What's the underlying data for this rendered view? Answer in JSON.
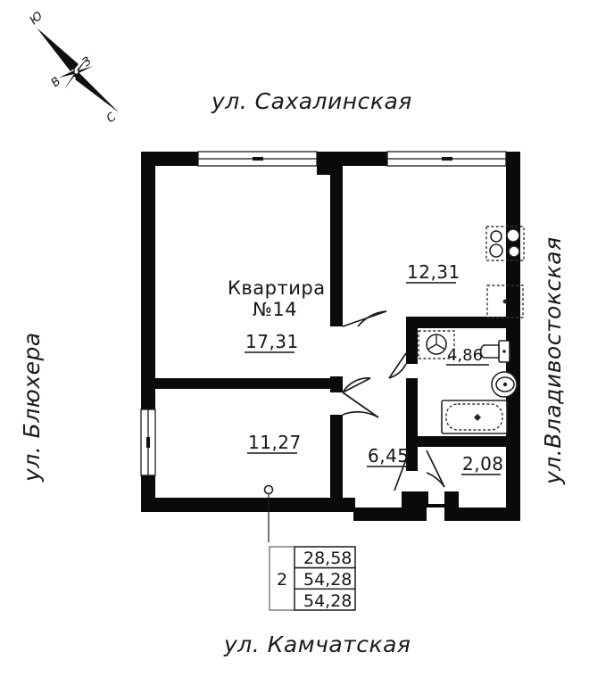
{
  "document": {
    "type": "apartment-floor-plan",
    "title": "Квартира №14"
  },
  "streets": {
    "north": "ул. Сахалинская",
    "west": "ул. Блюхера",
    "east": "ул.Владивостокская",
    "south": "ул. Камчатская"
  },
  "compass": {
    "name": "compass-rose",
    "labels": {
      "upper_left": "Ю",
      "right": "З",
      "left": "В",
      "lower_right": "С"
    }
  },
  "apartment": {
    "label_line1": "Квартира",
    "label_line2": "№14"
  },
  "rooms": [
    {
      "name": "living-room",
      "area": "17,31"
    },
    {
      "name": "bedroom",
      "area": "11,27"
    },
    {
      "name": "kitchen",
      "area": "12,31"
    },
    {
      "name": "bathroom-wc",
      "area": "4,86"
    },
    {
      "name": "hallway",
      "area": "6,45"
    },
    {
      "name": "bathroom",
      "area": "2,08"
    }
  ],
  "summary_table": {
    "rooms_count": "2",
    "values": [
      "28,58",
      "54,28",
      "54,28"
    ]
  },
  "fixtures": [
    {
      "name": "stove-icon"
    },
    {
      "name": "sink-icon"
    },
    {
      "name": "washing-machine-icon"
    },
    {
      "name": "toilet-icon"
    },
    {
      "name": "wash-basin-icon"
    },
    {
      "name": "bathtub-icon"
    }
  ],
  "colors": {
    "wall": "#0a0a0a",
    "text": "#151515",
    "background": "#ffffff"
  }
}
